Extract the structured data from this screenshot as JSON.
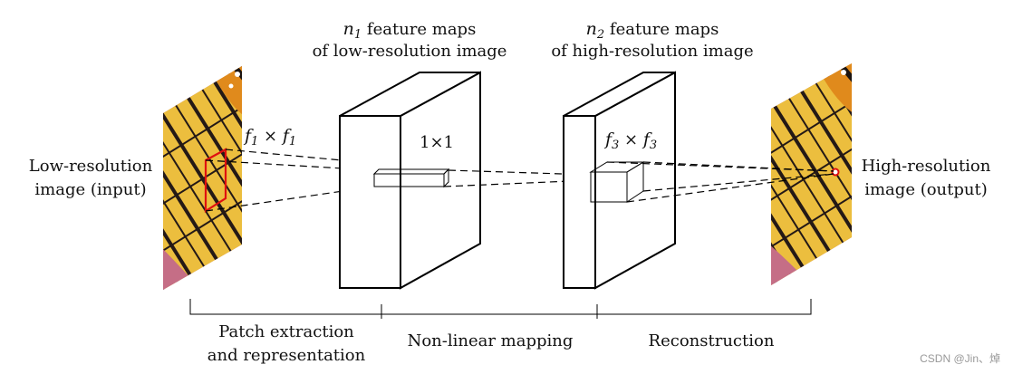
{
  "labels": {
    "input_line1": "Low-resolution",
    "input_line2": "image (input)",
    "output_line1": "High-resolution",
    "output_line2": "image (output)",
    "fmap1_line1_var": "n",
    "fmap1_line1_sub": "1",
    "fmap1_line1_rest": " feature maps",
    "fmap1_line2": "of low-resolution image",
    "fmap2_line1_var": "n",
    "fmap2_line1_sub": "2",
    "fmap2_line1_rest": " feature maps",
    "fmap2_line2": "of high-resolution image",
    "kernel1_a": "f",
    "kernel1_a_sub": "1",
    "kernel1_times": " × ",
    "kernel1_b": "f",
    "kernel1_b_sub": "1",
    "kernel2": "1×1",
    "kernel3_a": "f",
    "kernel3_a_sub": "3",
    "kernel3_times": " × ",
    "kernel3_b": "f",
    "kernel3_b_sub": "3"
  },
  "stages": [
    {
      "line1": "Patch extraction",
      "line2": "and representation"
    },
    {
      "line1": "Non-linear mapping"
    },
    {
      "line1": "Reconstruction"
    }
  ],
  "watermark": "CSDN @Jin、焯",
  "colors": {
    "patch_highlight": "#e01010",
    "butterfly_yellow": "#eec23a",
    "butterfly_orange": "#e08a1c",
    "butterfly_black": "#1b1410",
    "background_pink": "#c56e86"
  }
}
